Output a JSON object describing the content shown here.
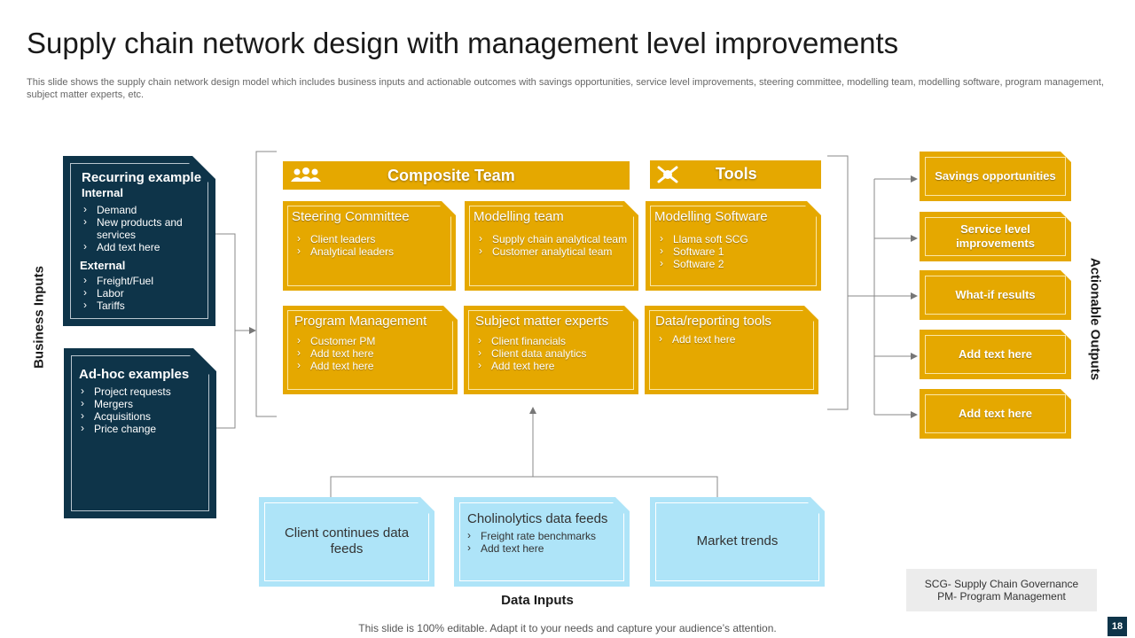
{
  "title": "Supply chain network design with management level improvements",
  "subtitle": "This slide shows the supply chain network design model which includes business inputs and actionable outcomes with savings opportunities, service level improvements, steering committee, modelling team, modelling software, program management, subject matter experts, etc.",
  "business_inputs": {
    "label": "Business Inputs",
    "recurring": {
      "title": "Recurring example",
      "internal_label": "Internal",
      "internal_items": [
        "Demand",
        "New products and services",
        "Add text here"
      ],
      "external_label": "External",
      "external_items": [
        "Freight/Fuel",
        "Labor",
        "Tariffs"
      ]
    },
    "adhoc": {
      "title": "Ad-hoc examples",
      "items": [
        "Project requests",
        "Mergers",
        "Acquisitions",
        "Price change"
      ]
    }
  },
  "composite_team": {
    "label": "Composite Team",
    "icon": "team-icon",
    "cards": [
      {
        "title": "Steering Committee",
        "items": [
          "Client leaders",
          "Analytical leaders"
        ]
      },
      {
        "title": "Modelling team",
        "items": [
          "Supply chain analytical team",
          "Customer analytical team"
        ]
      },
      {
        "title": "Program Management",
        "items": [
          "Customer PM",
          "Add text here",
          "Add text here"
        ]
      },
      {
        "title": "Subject matter experts",
        "items": [
          "Client financials",
          "Client data analytics",
          "Add text here"
        ]
      }
    ]
  },
  "tools": {
    "label": "Tools",
    "icon": "tools-icon",
    "cards": [
      {
        "title": "Modelling Software",
        "items": [
          "Llama soft SCG",
          "Software 1",
          "Software 2"
        ]
      },
      {
        "title": "Data/reporting tools",
        "items": [
          "Add text here"
        ]
      }
    ]
  },
  "actionable_outputs": {
    "label": "Actionable Outputs",
    "items": [
      "Savings opportunities",
      "Service level improvements",
      "What-if results",
      "Add text here",
      "Add text here"
    ]
  },
  "data_inputs": {
    "label": "Data Inputs",
    "client_feeds": "Client continues data feeds",
    "cholinolytics": {
      "title": "Cholinolytics data feeds",
      "items": [
        "Freight rate benchmarks",
        "Add text here"
      ]
    },
    "market_trends": "Market trends"
  },
  "legend": {
    "line1": "SCG- Supply Chain Governance",
    "line2": "PM- Program Management"
  },
  "footer": "This slide is 100% editable. Adapt it to your needs and capture your audience’s attention.",
  "page_number": "18",
  "colors": {
    "navy": "#0e3449",
    "gold": "#e5a800",
    "light_blue": "#aee4f8"
  }
}
